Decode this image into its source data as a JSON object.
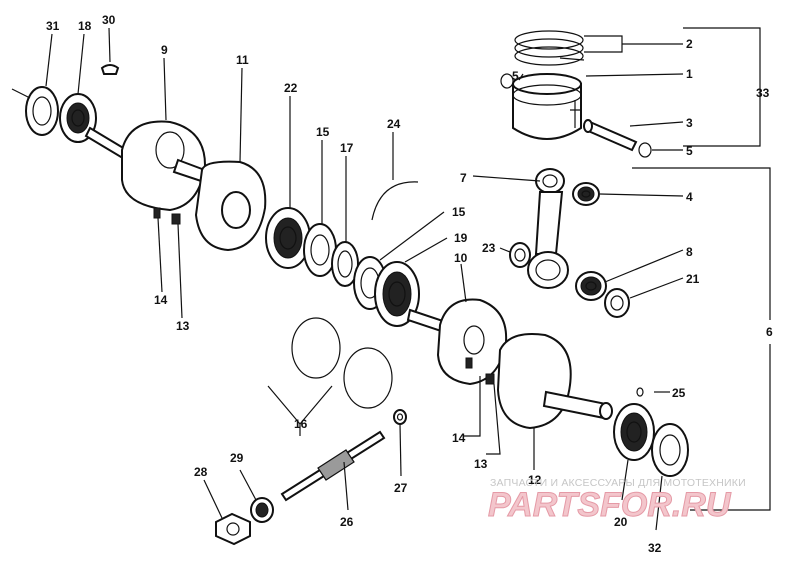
{
  "diagram": {
    "labels": {
      "p1": "1",
      "p2": "2",
      "p3": "3",
      "p4": "4",
      "p5a": "5",
      "p5b": "5",
      "p6": "6",
      "p7": "7",
      "p8": "8",
      "p9": "9",
      "p10": "10",
      "p11": "11",
      "p12": "12",
      "p13a": "13",
      "p13b": "13",
      "p14a": "14",
      "p14b": "14",
      "p15a": "15",
      "p15b": "15",
      "p16": "16",
      "p17": "17",
      "p18": "18",
      "p19": "19",
      "p20": "20",
      "p21": "21",
      "p22": "22",
      "p23": "23",
      "p24": "24",
      "p25": "25",
      "p26": "26",
      "p27": "27",
      "p28": "28",
      "p29": "29",
      "p30": "30",
      "p31": "31",
      "p32": "32",
      "p33": "33"
    }
  },
  "watermark": {
    "tagline": "ЗАПЧАСТИ И АКСЕССУАРЫ ДЛЯ МОТОТЕХНИКИ",
    "logo": "PARTSFOR.RU",
    "logo_color": "#e59aa6"
  }
}
